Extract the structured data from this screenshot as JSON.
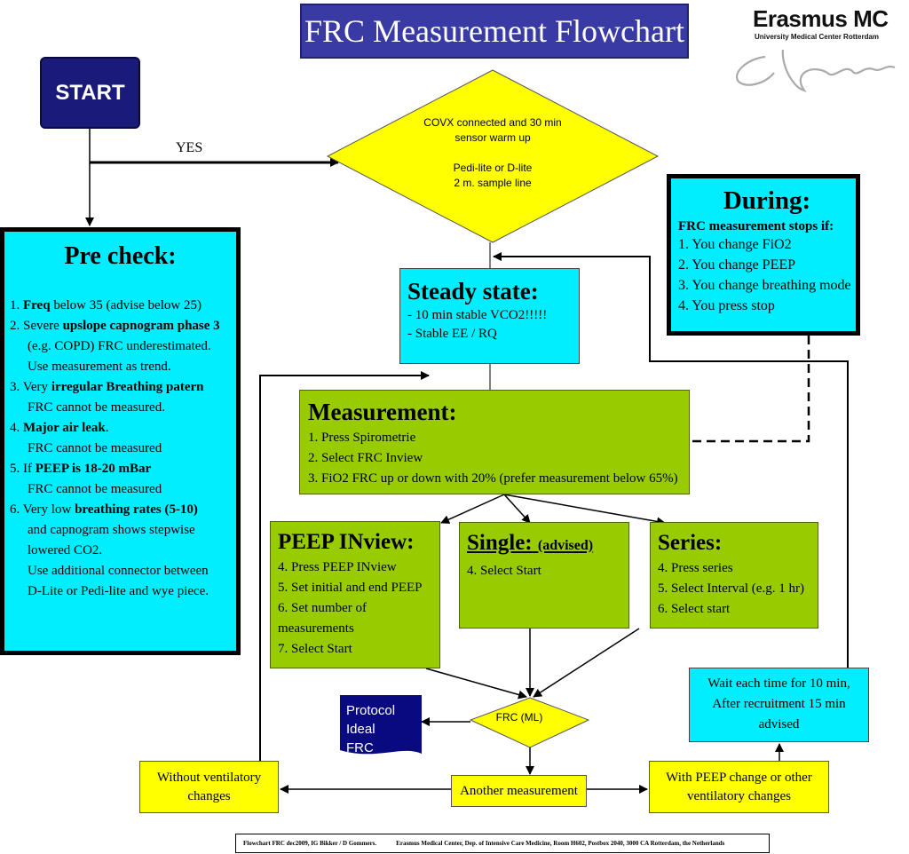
{
  "title": "FRC Measurement Flowchart",
  "logo": {
    "name": "Erasmus MC",
    "subtitle": "University Medical Center Rotterdam",
    "signature": "Erasmus"
  },
  "start": {
    "label": "START"
  },
  "yes_label": "YES",
  "sensor_check": {
    "lines": [
      "COVX connected and 30 min",
      "sensor warm up",
      "",
      "Pedi-lite or D-lite",
      "2 m. sample line"
    ]
  },
  "pre_check": {
    "title": "Pre check:",
    "items": [
      {
        "num": "1.",
        "bold": "Freq",
        "text": " below 35 (advise below 25)"
      },
      {
        "num": "2.",
        "pre": "Severe ",
        "bold": "upslope capnogram phase 3",
        "cont": [
          "(e.g. COPD) FRC underestimated.",
          "Use  measurement as trend."
        ]
      },
      {
        "num": "3.",
        "pre": "Very ",
        "bold": "irregular Breathing patern",
        "cont": [
          "FRC cannot be measured."
        ]
      },
      {
        "num": "4.",
        "bold": "Major air leak",
        "text": ".",
        "cont": [
          "FRC cannot be measured"
        ]
      },
      {
        "num": "5.",
        "pre": "If ",
        "bold": "PEEP is 18-20 mBar",
        "cont": [
          "FRC cannot be measured"
        ]
      },
      {
        "num": "6.",
        "pre": "Very low ",
        "bold": "breathing rates (5-10)",
        "cont": [
          "and capnogram shows stepwise",
          "lowered CO2.",
          "Use additional connector between",
          "D-Lite or Pedi-lite and wye piece."
        ]
      }
    ]
  },
  "during": {
    "title": "During:",
    "subtitle": "FRC measurement stops if:",
    "items": [
      "1. You change FiO2",
      "2. You change PEEP",
      "3. You change breathing mode",
      "4. You press stop"
    ]
  },
  "steady_state": {
    "title": "Steady state:",
    "items": [
      "- 10 min stable VCO2!!!!!",
      "- Stable EE / RQ"
    ]
  },
  "measurement": {
    "title": "Measurement:",
    "items": [
      "1. Press Spirometrie",
      "2. Select FRC Inview",
      "3. FiO2 FRC up or down with 20% (prefer measurement below 65%)"
    ]
  },
  "peep_inview": {
    "title": "PEEP INview:",
    "items": [
      "4. Press PEEP INview",
      "5. Set initial and end PEEP",
      "6. Set number of",
      "measurements",
      "7. Select Start"
    ]
  },
  "single": {
    "title": "Single:",
    "note": "(advised)",
    "items": [
      "4. Select Start"
    ]
  },
  "series": {
    "title": "Series:",
    "items": [
      "4. Press series",
      "5. Select Interval (e.g. 1 hr)",
      "6. Select start"
    ]
  },
  "frc_ml": {
    "label": "FRC (ML)"
  },
  "protocol": {
    "lines": [
      "Protocol",
      "Ideal",
      "FRC"
    ]
  },
  "wait": {
    "lines": [
      "Wait each time for 10 min,",
      "After recruitment 15 min",
      "advised"
    ]
  },
  "without": {
    "lines": [
      "Without ventilatory",
      "changes"
    ]
  },
  "another": {
    "label": "Another measurement"
  },
  "with_peep": {
    "lines": [
      "With PEEP change or other",
      "ventilatory changes"
    ]
  },
  "footer": {
    "left": "Flowchart FRC dec2009, IG Bikker / D Gommers.",
    "right": "Erasmus Medical Center, Dep. of Intensive Care Medicine, Room H602, Postbox 2040, 3000 CA Rotterdam, the Netherlands"
  },
  "colors": {
    "title_bg": "#3a3aa5",
    "start_bg": "#1a1a7a",
    "cyan": "#00eeff",
    "green": "#99cc00",
    "yellow": "#ffff00",
    "protocol_bg": "#0a0a80"
  }
}
